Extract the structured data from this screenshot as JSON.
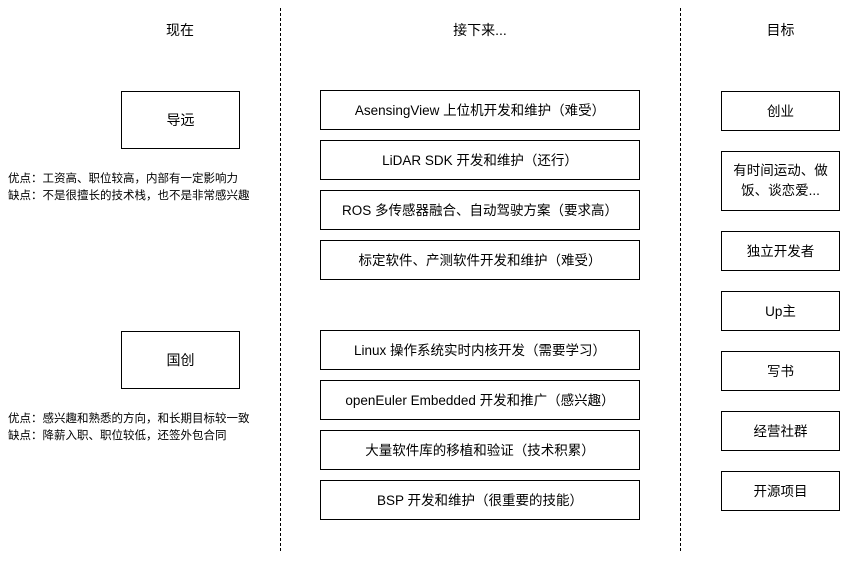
{
  "diagram": {
    "title_now": "现在",
    "title_next": "接下来...",
    "title_goal": "目标",
    "accent_color": "#000000",
    "background_color": "#ffffff",
    "divider_style": "dashed"
  },
  "columns": {
    "now": {
      "header": "现在",
      "items": [
        {
          "label": "导远",
          "note": "优点：工资高、职位较高，内部有一定影响力\n缺点：不是很擅长的技术栈，也不是非常感兴趣"
        },
        {
          "label": "国创",
          "note": "优点：感兴趣和熟悉的方向，和长期目标较一致\n缺点：降薪入职、职位较低，还签外包合同"
        }
      ]
    },
    "next": {
      "header": "接下来...",
      "group_a": [
        "AsensingView 上位机开发和维护（难受）",
        "LiDAR SDK 开发和维护（还行）",
        "ROS 多传感器融合、自动驾驶方案（要求高）",
        "标定软件、产测软件开发和维护（难受）"
      ],
      "group_b": [
        "Linux 操作系统实时内核开发（需要学习）",
        "openEuler Embedded 开发和推广（感兴趣）",
        "大量软件库的移植和验证（技术积累）",
        "BSP 开发和维护（很重要的技能）"
      ]
    },
    "goal": {
      "header": "目标",
      "items": [
        "创业",
        "有时间运动、做饭、谈恋爱...",
        "独立开发者",
        "Up主",
        "写书",
        "经营社群",
        "开源项目"
      ]
    }
  }
}
